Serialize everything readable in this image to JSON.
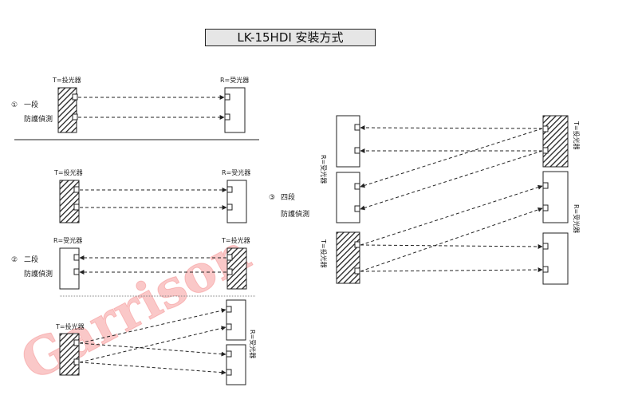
{
  "title": "LK-15HDI 安裝方式",
  "transmitter_label": "T=投光器",
  "receiver_label": "R=受光器",
  "sections": [
    {
      "marker": "①",
      "name": "一段",
      "subtitle": "防護偵測"
    },
    {
      "marker": "②",
      "name": "二段",
      "subtitle": "防護偵測"
    },
    {
      "marker": "③",
      "name": "四段",
      "subtitle": "防護偵測"
    }
  ],
  "watermark": "Garrison",
  "colors": {
    "line": "#222222",
    "hatch": "#222222",
    "watermark": "#f04a4a",
    "title_bg": "#e6e6e6"
  }
}
